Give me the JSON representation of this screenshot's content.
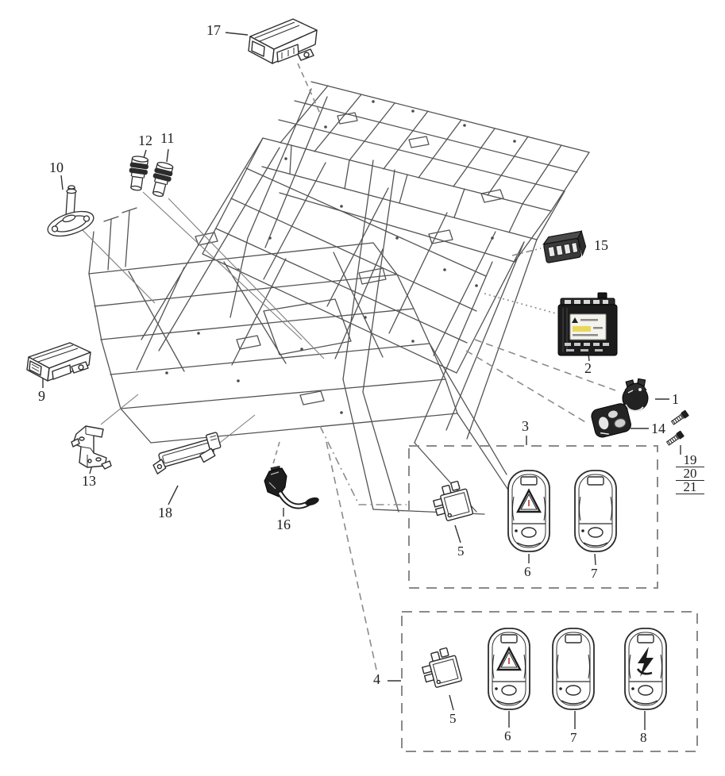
{
  "diagram": {
    "kind": "exploded-parts-diagram vehicle-frame electrical components",
    "labels": {
      "l1": "1",
      "l2": "2",
      "l3": "3",
      "l4": "4",
      "l5": "5",
      "l6": "6",
      "l7": "7",
      "l8": "8",
      "l9": "9",
      "l10": "10",
      "l11": "11",
      "l12": "12",
      "l13": "13",
      "l14": "14",
      "l15": "15",
      "l16": "16",
      "l17": "17",
      "l18": "18",
      "l19": "19",
      "l20": "20",
      "l21": "21"
    },
    "groups": {
      "box3": {
        "label": "3",
        "parts": [
          "5",
          "6",
          "7"
        ]
      },
      "box4": {
        "label": "4",
        "parts": [
          "5",
          "6",
          "7",
          "8"
        ]
      }
    },
    "symbols": {
      "part6_icon": "hazard-triangle",
      "part8_icon": "lightning-bolt"
    },
    "colors": {
      "background": "#ffffff",
      "line": "#454545",
      "leader": "#8c8c8c",
      "label_text": "#1d1d1d",
      "dark_part": "#1e1e1e",
      "battery_label": "#f4f3ec",
      "battery_yellow": "#e9d75a",
      "hazard_red": "#b03a2e"
    }
  }
}
